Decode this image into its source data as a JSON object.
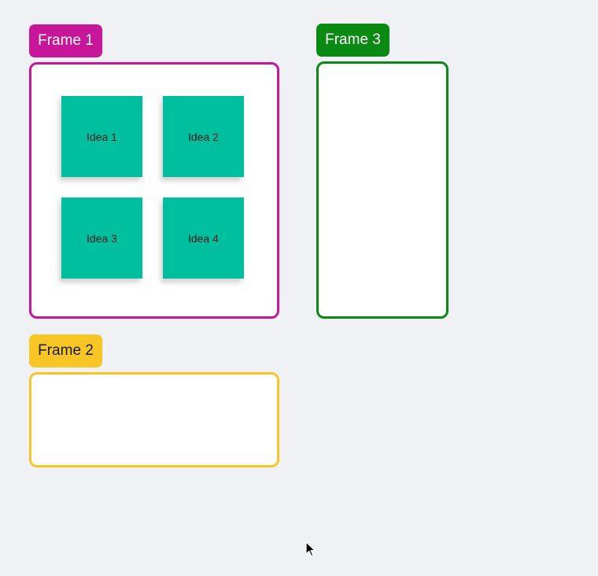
{
  "canvas": {
    "background": "#f0f1f4"
  },
  "frames": {
    "frame1": {
      "label": "Frame 1",
      "color": "#c8169a",
      "label_text_color": "#ffffff"
    },
    "frame2": {
      "label": "Frame 2",
      "color": "#f7c624",
      "label_text_color": "#1a1a1a"
    },
    "frame3": {
      "label": "Frame 3",
      "color": "#0a8a12",
      "label_text_color": "#ffffff"
    }
  },
  "stickies": [
    {
      "label": "Idea 1",
      "color": "#00bf9f"
    },
    {
      "label": "Idea 2",
      "color": "#00bf9f"
    },
    {
      "label": "Idea 3",
      "color": "#00bf9f"
    },
    {
      "label": "Idea 4",
      "color": "#00bf9f"
    }
  ],
  "cursor": {
    "icon": "arrow-cursor-icon"
  }
}
